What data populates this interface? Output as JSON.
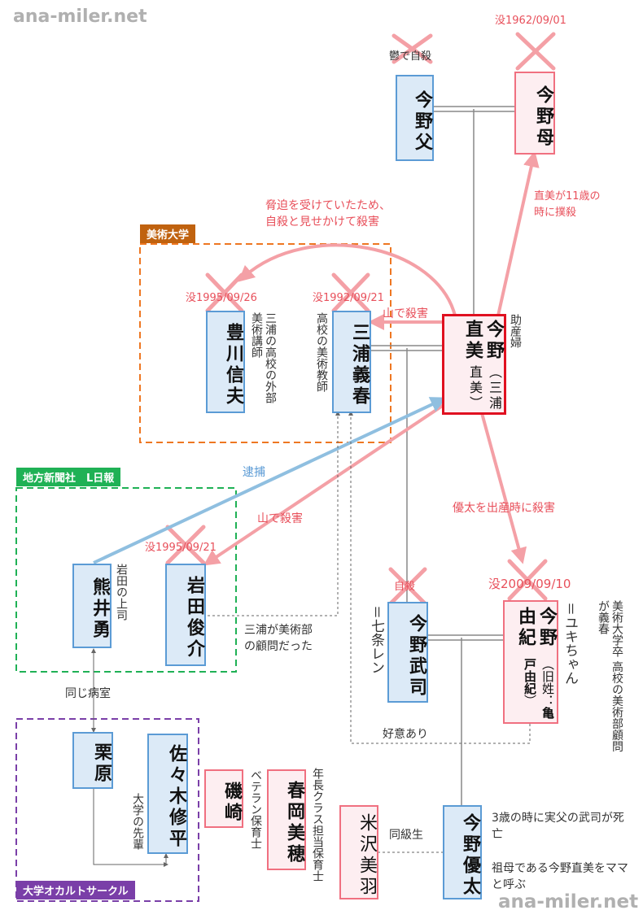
{
  "watermark": {
    "top_left": "ana-miler.net",
    "bottom_right": "ana-miler.net"
  },
  "groups": {
    "art_university": "美術大学",
    "newspaper": "地方新聞社　L日報",
    "occult_circle": "大学オカルトサークル"
  },
  "people": {
    "father": {
      "name": "今野父",
      "note": "鬱で自殺"
    },
    "mother": {
      "name": "今野母",
      "death": "没1962/09/01"
    },
    "naomi": {
      "name": "今野直美",
      "alias": "（三浦直美）",
      "note": "助産婦"
    },
    "toyokawa": {
      "name": "豊川信夫",
      "death": "没1995/09/26",
      "note": "三浦の高校の外部美術講師"
    },
    "miura": {
      "name": "三浦義春",
      "death": "没1992/09/21",
      "note": "高校の美術教師"
    },
    "kumai": {
      "name": "熊井勇",
      "note": "岩田の上司"
    },
    "iwata": {
      "name": "岩田俊介",
      "death": "没1995/09/21"
    },
    "takeshi": {
      "name": "今野武司",
      "death": "自殺",
      "note": "＝七条レン"
    },
    "yuki": {
      "name": "今野由紀",
      "alias_prefix": "旧姓：",
      "alias_name": "亀戸由紀",
      "death": "没2009/09/10",
      "note1": "＝ユキちゃん",
      "note2": "美術大学卒 高校の美術部顧問が義春"
    },
    "kurihara": {
      "name": "栗原"
    },
    "sasaki": {
      "name": "佐々木修平",
      "note": "大学の先輩"
    },
    "isozaki": {
      "name": "磯崎"
    },
    "haruoka": {
      "name": "春岡美穂",
      "note1": "ベテラン保育士",
      "note2": "年長クラス担当保育士"
    },
    "yonezawa": {
      "name": "米沢美羽"
    },
    "yuta": {
      "name": "今野優太",
      "note1": "3歳の時に実父の武司が死亡",
      "note2": "祖母である今野直美をママと呼ぶ"
    }
  },
  "relations": {
    "blackmail": [
      "脅迫を受けていたため、",
      "自殺と見せかけて殺害"
    ],
    "killed_mother": [
      "直美が11歳の",
      "時に撲殺"
    ],
    "killed_miura": "山で殺害",
    "arrest": "逮捕",
    "killed_iwata": "山で殺害",
    "killed_yuki": "優太を出産時に殺害",
    "same_hospital": "同じ病室",
    "miura_advisor": [
      "三浦が美術部",
      "の顧問だった"
    ],
    "crush": "好意あり",
    "classmate": "同級生"
  },
  "colors": {
    "kill": "#f4a0a6",
    "arrest": "#8fbfe0",
    "blue": "#5b9bd5",
    "pink": "#f07080",
    "naomi_border": "#e01020",
    "orange": "#ee7722",
    "green": "#1fb155",
    "purple": "#7a3fa8"
  }
}
